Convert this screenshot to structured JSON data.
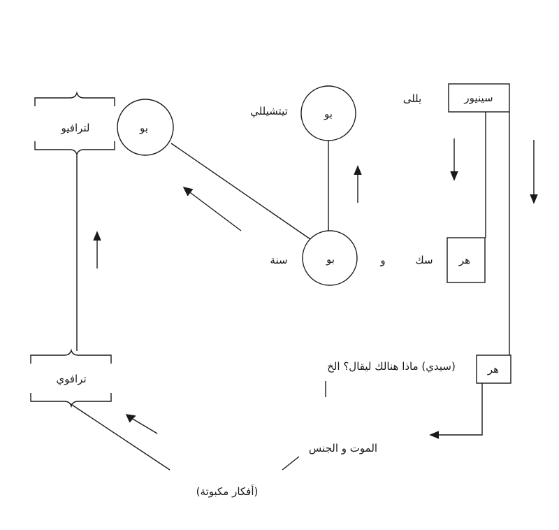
{
  "diagram": {
    "nodes": {
      "bo_left": "بو",
      "bo_top": "بو",
      "bo_mid": "بو",
      "senior": "سينيور",
      "har_mid": "هر",
      "har_low": "هر",
      "letrafio": "لترافيو",
      "trafoi": "ترافوي"
    },
    "labels": {
      "titchili": "تيتشيللي",
      "yalla": "يللى",
      "sana": "سنة",
      "wa": "و",
      "sek": "سك",
      "sidi_question": "(سيدي) ماذا هنالك ليقال؟ الخ",
      "death_sex": "الموت و الجنس",
      "repressed": "(أفكار مكبوتة)"
    },
    "colors": {
      "stroke": "#1a1a1a",
      "background": "#ffffff"
    }
  }
}
